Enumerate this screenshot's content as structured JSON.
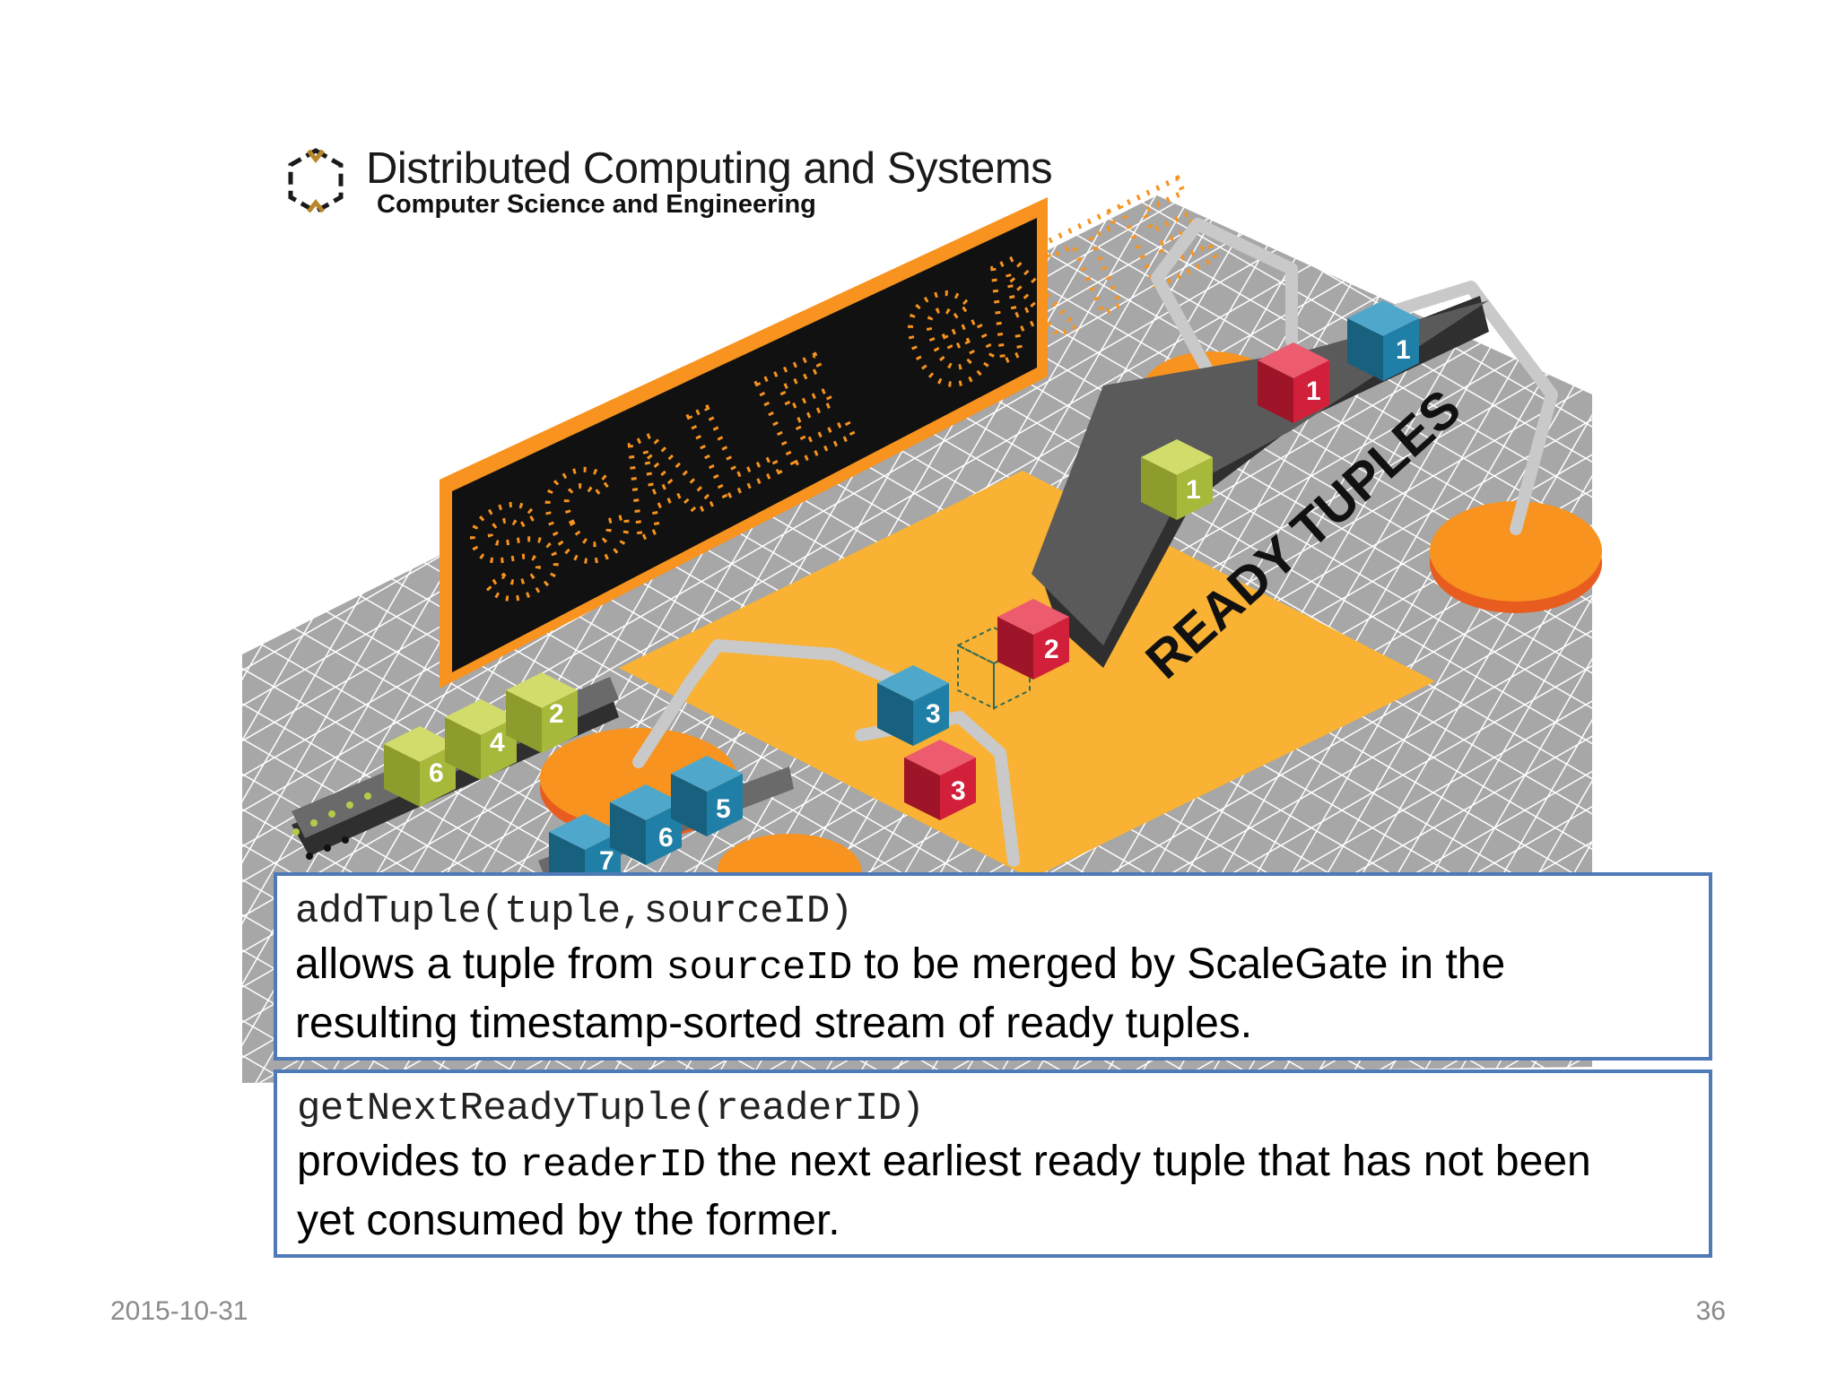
{
  "header": {
    "org_title": "Distributed Computing and Systems",
    "org_subtitle": "Computer Science and Engineering"
  },
  "illustration": {
    "sign_text": "SCALE GATE",
    "arrow_label": "READY TUPLES",
    "box_numbers": {
      "green_queue": [
        "6",
        "4",
        "2"
      ],
      "blue_queue": [
        "7",
        "6",
        "5"
      ],
      "blue_moving": "3",
      "red_moving": "3",
      "red_ready": "2",
      "green_ready": "1",
      "red_top": "1",
      "blue_top": "1"
    },
    "colors": {
      "floor": "#a7a7a7",
      "orange": "#f7931e",
      "yellow": "#f9b233",
      "green_box": "#a8b83a",
      "blue_box": "#1f7fa6",
      "red_box": "#d3203a",
      "sign_bg": "#0f0f0f",
      "arrow": "#4d4d4d"
    }
  },
  "api": {
    "add": {
      "signature": "addTuple(tuple,sourceID)",
      "desc_1a": "allows a tuple from ",
      "desc_1_code": "sourceID",
      "desc_1b": " to be merged by ScaleGate in the",
      "desc_2": "resulting timestamp-sorted stream of ready tuples."
    },
    "get": {
      "signature": "getNextReadyTuple(readerID)",
      "desc_1a": "provides to ",
      "desc_1_code": "readerID",
      "desc_1b": " the next earliest ready tuple that has not been",
      "desc_2": "yet consumed by the former."
    }
  },
  "footer": {
    "date": "2015-10-31",
    "page": "36"
  }
}
